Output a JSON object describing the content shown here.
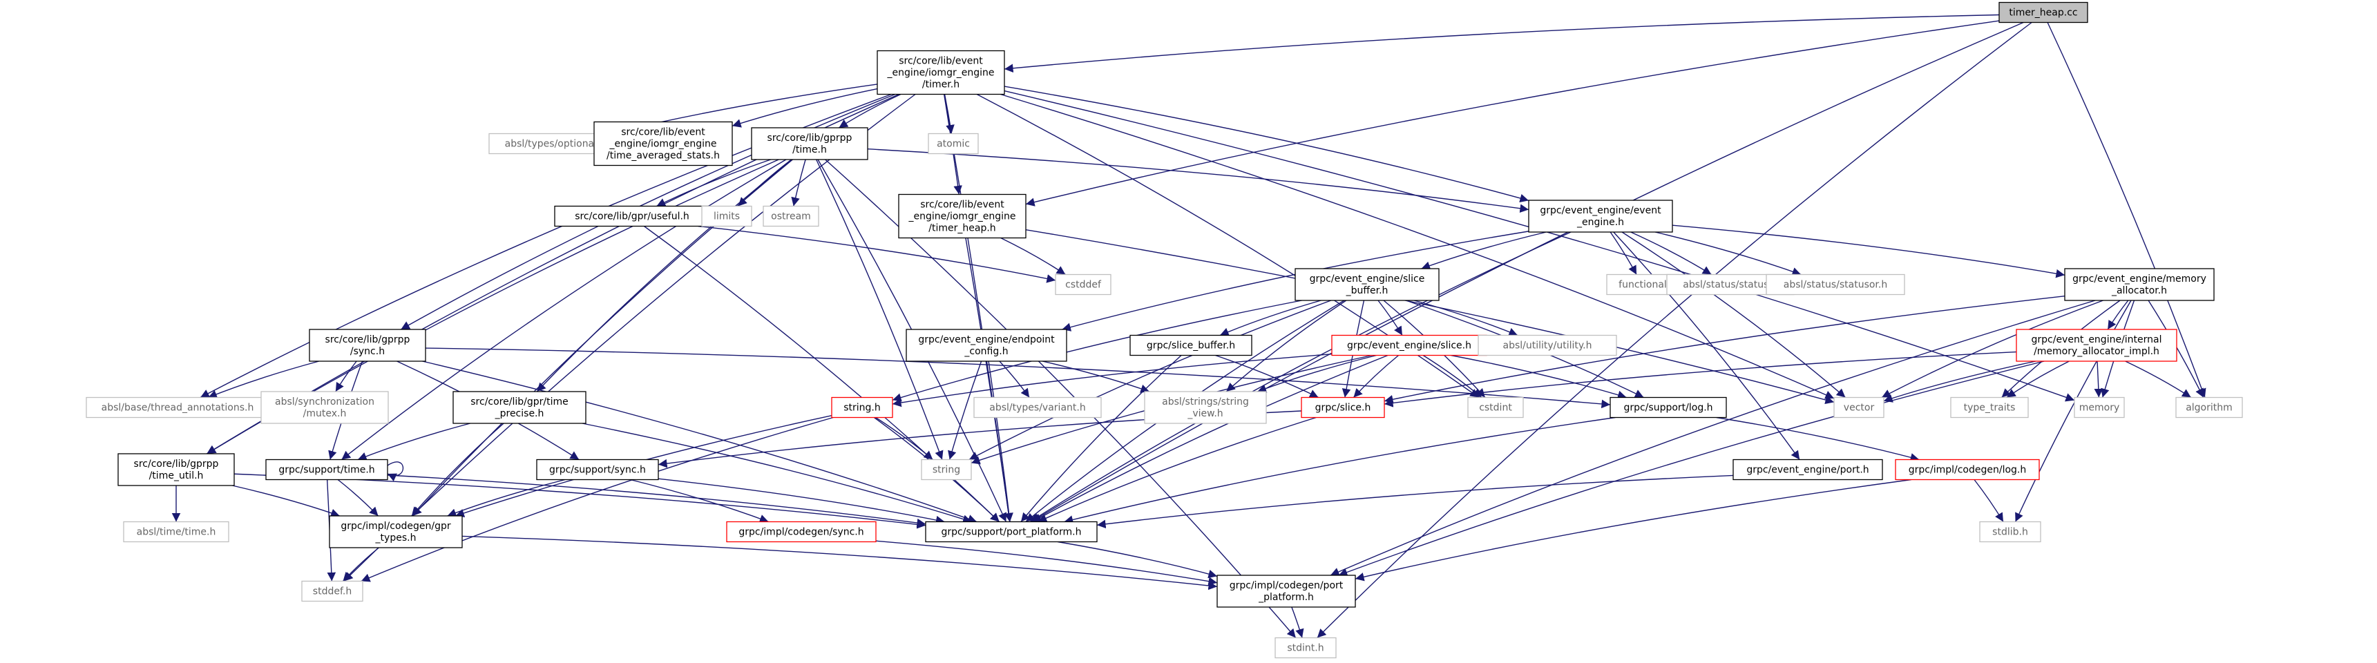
{
  "root": {
    "id": "timer_heap_cc",
    "lines": [
      "timer_heap.cc"
    ]
  },
  "nodes": [
    {
      "id": "timer_h",
      "lines": [
        "src/core/lib/event",
        "_engine/iomgr_engine",
        "/timer.h"
      ],
      "kind": "doc"
    },
    {
      "id": "optional",
      "lines": [
        "absl/types/optional.h"
      ],
      "kind": "ext"
    },
    {
      "id": "time_avg",
      "lines": [
        "src/core/lib/event",
        "_engine/iomgr_engine",
        "/time_averaged_stats.h"
      ],
      "kind": "doc"
    },
    {
      "id": "gprpp_time",
      "lines": [
        "src/core/lib/gprpp",
        "/time.h"
      ],
      "kind": "doc"
    },
    {
      "id": "atomic",
      "lines": [
        "atomic"
      ],
      "kind": "ext"
    },
    {
      "id": "timer_heap_h",
      "lines": [
        "src/core/lib/event",
        "_engine/iomgr_engine",
        "/timer_heap.h"
      ],
      "kind": "doc"
    },
    {
      "id": "ee_event_engine",
      "lines": [
        "grpc/event_engine/event",
        "_engine.h"
      ],
      "kind": "doc"
    },
    {
      "id": "useful",
      "lines": [
        "src/core/lib/gpr/useful.h"
      ],
      "kind": "doc"
    },
    {
      "id": "limits",
      "lines": [
        "limits"
      ],
      "kind": "ext"
    },
    {
      "id": "ostream",
      "lines": [
        "ostream"
      ],
      "kind": "ext"
    },
    {
      "id": "cstddef",
      "lines": [
        "cstddef"
      ],
      "kind": "ext"
    },
    {
      "id": "functional",
      "lines": [
        "functional"
      ],
      "kind": "ext"
    },
    {
      "id": "status",
      "lines": [
        "absl/status/status.h"
      ],
      "kind": "ext"
    },
    {
      "id": "statusor",
      "lines": [
        "absl/status/statusor.h"
      ],
      "kind": "ext"
    },
    {
      "id": "slice_buffer_ee",
      "lines": [
        "grpc/event_engine/slice",
        "_buffer.h"
      ],
      "kind": "doc"
    },
    {
      "id": "mem_alloc",
      "lines": [
        "grpc/event_engine/memory",
        "_allocator.h"
      ],
      "kind": "doc"
    },
    {
      "id": "sync_gprpp",
      "lines": [
        "src/core/lib/gprpp",
        "/sync.h"
      ],
      "kind": "doc"
    },
    {
      "id": "endpoint_config",
      "lines": [
        "grpc/event_engine/endpoint",
        "_config.h"
      ],
      "kind": "doc"
    },
    {
      "id": "slice_buffer_h",
      "lines": [
        "grpc/slice_buffer.h"
      ],
      "kind": "doc"
    },
    {
      "id": "ee_slice",
      "lines": [
        "grpc/event_engine/slice.h"
      ],
      "kind": "red"
    },
    {
      "id": "utility",
      "lines": [
        "absl/utility/utility.h"
      ],
      "kind": "ext"
    },
    {
      "id": "mem_impl",
      "lines": [
        "grpc/event_engine/internal",
        "/memory_allocator_impl.h"
      ],
      "kind": "red"
    },
    {
      "id": "thread_ann",
      "lines": [
        "absl/base/thread_annotations.h"
      ],
      "kind": "ext"
    },
    {
      "id": "absl_mutex",
      "lines": [
        "absl/synchronization",
        "/mutex.h"
      ],
      "kind": "ext"
    },
    {
      "id": "time_precise",
      "lines": [
        "src/core/lib/gpr/time",
        "_precise.h"
      ],
      "kind": "doc"
    },
    {
      "id": "variant",
      "lines": [
        "absl/types/variant.h"
      ],
      "kind": "ext"
    },
    {
      "id": "string_view",
      "lines": [
        "absl/strings/string",
        "_view.h"
      ],
      "kind": "ext"
    },
    {
      "id": "string_h",
      "lines": [
        "string.h"
      ],
      "kind": "red"
    },
    {
      "id": "grpc_slice",
      "lines": [
        "grpc/slice.h"
      ],
      "kind": "red"
    },
    {
      "id": "cstdint",
      "lines": [
        "cstdint"
      ],
      "kind": "ext"
    },
    {
      "id": "log_h",
      "lines": [
        "grpc/support/log.h"
      ],
      "kind": "doc"
    },
    {
      "id": "vector",
      "lines": [
        "vector"
      ],
      "kind": "ext"
    },
    {
      "id": "type_traits",
      "lines": [
        "type_traits"
      ],
      "kind": "ext"
    },
    {
      "id": "memory",
      "lines": [
        "memory"
      ],
      "kind": "ext"
    },
    {
      "id": "algorithm",
      "lines": [
        "algorithm"
      ],
      "kind": "ext"
    },
    {
      "id": "time_util",
      "lines": [
        "src/core/lib/gprpp",
        "/time_util.h"
      ],
      "kind": "doc"
    },
    {
      "id": "support_time",
      "lines": [
        "grpc/support/time.h"
      ],
      "kind": "doc"
    },
    {
      "id": "string",
      "lines": [
        "string"
      ],
      "kind": "ext"
    },
    {
      "id": "support_sync",
      "lines": [
        "grpc/support/sync.h"
      ],
      "kind": "doc"
    },
    {
      "id": "ee_port",
      "lines": [
        "grpc/event_engine/port.h"
      ],
      "kind": "doc"
    },
    {
      "id": "codegen_log",
      "lines": [
        "grpc/impl/codegen/log.h"
      ],
      "kind": "red"
    },
    {
      "id": "absl_time",
      "lines": [
        "absl/time/time.h"
      ],
      "kind": "ext"
    },
    {
      "id": "gpr_types",
      "lines": [
        "grpc/impl/codegen/gpr",
        "_types.h"
      ],
      "kind": "doc"
    },
    {
      "id": "codegen_sync",
      "lines": [
        "grpc/impl/codegen/sync.h"
      ],
      "kind": "red"
    },
    {
      "id": "port_platform",
      "lines": [
        "grpc/support/port_platform.h"
      ],
      "kind": "doc"
    },
    {
      "id": "stdlib",
      "lines": [
        "stdlib.h"
      ],
      "kind": "ext"
    },
    {
      "id": "stddef",
      "lines": [
        "stddef.h"
      ],
      "kind": "ext"
    },
    {
      "id": "codegen_port",
      "lines": [
        "grpc/impl/codegen/port",
        "_platform.h"
      ],
      "kind": "doc"
    },
    {
      "id": "stdint",
      "lines": [
        "stdint.h"
      ],
      "kind": "ext"
    }
  ],
  "edges": [
    [
      "timer_heap_cc",
      "timer_h"
    ],
    [
      "timer_heap_cc",
      "timer_heap_h"
    ],
    [
      "timer_heap_cc",
      "port_platform"
    ],
    [
      "timer_heap_cc",
      "algorithm"
    ],
    [
      "timer_heap_cc",
      "stdint"
    ],
    [
      "timer_h",
      "optional"
    ],
    [
      "timer_h",
      "time_avg"
    ],
    [
      "timer_h",
      "gprpp_time"
    ],
    [
      "timer_h",
      "atomic"
    ],
    [
      "timer_h",
      "timer_heap_h"
    ],
    [
      "timer_h",
      "ee_event_engine"
    ],
    [
      "timer_h",
      "sync_gprpp"
    ],
    [
      "timer_h",
      "thread_ann"
    ],
    [
      "timer_h",
      "stddef"
    ],
    [
      "timer_h",
      "port_platform"
    ],
    [
      "timer_h",
      "cstdint"
    ],
    [
      "timer_h",
      "vector"
    ],
    [
      "timer_h",
      "memory"
    ],
    [
      "gprpp_time",
      "useful"
    ],
    [
      "gprpp_time",
      "limits"
    ],
    [
      "gprpp_time",
      "ostream"
    ],
    [
      "gprpp_time",
      "string"
    ],
    [
      "gprpp_time",
      "time_precise"
    ],
    [
      "gprpp_time",
      "support_time"
    ],
    [
      "gprpp_time",
      "gpr_types"
    ],
    [
      "gprpp_time",
      "port_platform"
    ],
    [
      "gprpp_time",
      "ee_event_engine"
    ],
    [
      "gprpp_time",
      "stdint"
    ],
    [
      "timer_heap_h",
      "cstddef"
    ],
    [
      "timer_heap_h",
      "vector"
    ],
    [
      "timer_heap_h",
      "port_platform"
    ],
    [
      "ee_event_engine",
      "functional"
    ],
    [
      "ee_event_engine",
      "status"
    ],
    [
      "ee_event_engine",
      "statusor"
    ],
    [
      "ee_event_engine",
      "slice_buffer_ee"
    ],
    [
      "ee_event_engine",
      "mem_alloc"
    ],
    [
      "ee_event_engine",
      "endpoint_config"
    ],
    [
      "ee_event_engine",
      "ee_port"
    ],
    [
      "ee_event_engine",
      "vector"
    ],
    [
      "ee_event_engine",
      "port_platform"
    ],
    [
      "useful",
      "cstddef"
    ],
    [
      "useful",
      "port_platform"
    ],
    [
      "slice_buffer_ee",
      "slice_buffer_h"
    ],
    [
      "slice_buffer_ee",
      "ee_slice"
    ],
    [
      "slice_buffer_ee",
      "utility"
    ],
    [
      "slice_buffer_ee",
      "string_view"
    ],
    [
      "slice_buffer_ee",
      "string_h"
    ],
    [
      "slice_buffer_ee",
      "grpc_slice"
    ],
    [
      "slice_buffer_ee",
      "cstdint"
    ],
    [
      "slice_buffer_ee",
      "log_h"
    ],
    [
      "slice_buffer_ee",
      "string"
    ],
    [
      "slice_buffer_ee",
      "port_platform"
    ],
    [
      "mem_alloc",
      "mem_impl"
    ],
    [
      "mem_alloc",
      "vector"
    ],
    [
      "mem_alloc",
      "type_traits"
    ],
    [
      "mem_alloc",
      "memory"
    ],
    [
      "mem_alloc",
      "algorithm"
    ],
    [
      "mem_alloc",
      "stdlib"
    ],
    [
      "mem_alloc",
      "grpc_slice"
    ],
    [
      "mem_alloc",
      "codegen_port"
    ],
    [
      "sync_gprpp",
      "thread_ann"
    ],
    [
      "sync_gprpp",
      "absl_mutex"
    ],
    [
      "sync_gprpp",
      "support_sync"
    ],
    [
      "sync_gprpp",
      "support_time"
    ],
    [
      "sync_gprpp",
      "log_h"
    ],
    [
      "sync_gprpp",
      "port_platform"
    ],
    [
      "endpoint_config",
      "variant"
    ],
    [
      "endpoint_config",
      "string_view"
    ],
    [
      "endpoint_config",
      "string"
    ],
    [
      "endpoint_config",
      "port_platform"
    ],
    [
      "slice_buffer_h",
      "grpc_slice"
    ],
    [
      "slice_buffer_h",
      "port_platform"
    ],
    [
      "ee_slice",
      "string_h"
    ],
    [
      "ee_slice",
      "grpc_slice"
    ],
    [
      "ee_slice",
      "string_view"
    ],
    [
      "ee_slice",
      "cstdint"
    ],
    [
      "ee_slice",
      "log_h"
    ],
    [
      "ee_slice",
      "string"
    ],
    [
      "ee_slice",
      "port_platform"
    ],
    [
      "mem_impl",
      "grpc_slice"
    ],
    [
      "mem_impl",
      "vector"
    ],
    [
      "mem_impl",
      "type_traits"
    ],
    [
      "mem_impl",
      "memory"
    ],
    [
      "mem_impl",
      "algorithm"
    ],
    [
      "mem_impl",
      "codegen_port"
    ],
    [
      "time_precise",
      "support_time"
    ],
    [
      "time_precise",
      "gpr_types"
    ],
    [
      "time_precise",
      "port_platform"
    ],
    [
      "string_h",
      "string"
    ],
    [
      "string_h",
      "gpr_types"
    ],
    [
      "string_h",
      "stddef"
    ],
    [
      "string_h",
      "port_platform"
    ],
    [
      "grpc_slice",
      "support_sync"
    ],
    [
      "grpc_slice",
      "port_platform"
    ],
    [
      "log_h",
      "codegen_log"
    ],
    [
      "log_h",
      "port_platform"
    ],
    [
      "time_util",
      "absl_time"
    ],
    [
      "time_util",
      "gpr_types"
    ],
    [
      "time_util",
      "port_platform"
    ],
    [
      "support_time",
      "support_time"
    ],
    [
      "support_time",
      "gpr_types"
    ],
    [
      "support_time",
      "stddef"
    ],
    [
      "support_time",
      "port_platform"
    ],
    [
      "support_sync",
      "gpr_types"
    ],
    [
      "support_sync",
      "codegen_sync"
    ],
    [
      "support_sync",
      "port_platform"
    ],
    [
      "ee_port",
      "port_platform"
    ],
    [
      "codegen_log",
      "stdlib"
    ],
    [
      "codegen_log",
      "codegen_port"
    ],
    [
      "gpr_types",
      "stddef"
    ],
    [
      "gpr_types",
      "codegen_port"
    ],
    [
      "codegen_sync",
      "codegen_port"
    ],
    [
      "port_platform",
      "codegen_port"
    ],
    [
      "codegen_port",
      "stdint"
    ],
    [
      "gprpp_time",
      "time_util"
    ],
    [
      "timer_h",
      "time_util"
    ]
  ],
  "colors": {
    "edge": "#191970",
    "doc_border": "#000000",
    "ext_border": "#bfbfbf",
    "red_border": "#ff0000",
    "root_fill": "#bfbfbf",
    "ext_text": "#666666"
  }
}
